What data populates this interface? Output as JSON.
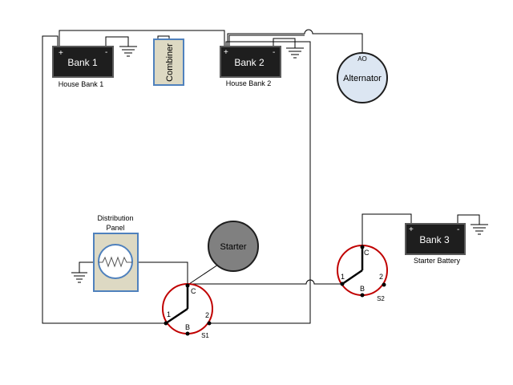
{
  "batteries": [
    {
      "name": "Bank 1",
      "plus": "+",
      "minus": "-",
      "caption": "House Bank 1"
    },
    {
      "name": "Bank 2",
      "plus": "+",
      "minus": "-",
      "caption": "House Bank 2"
    },
    {
      "name": "Bank 3",
      "plus": "+",
      "minus": "-",
      "caption": "Starter Battery"
    }
  ],
  "combiner": {
    "label": "Combiner"
  },
  "alternator": {
    "label": "Alternator",
    "terminal": "AO"
  },
  "starter": {
    "label": "Starter"
  },
  "distribution_panel": {
    "label_line1": "Distribution",
    "label_line2": "Panel"
  },
  "switches": [
    {
      "id": "S1",
      "t1": "1",
      "t2": "2",
      "common": "C",
      "both": "B"
    },
    {
      "id": "S2",
      "t1": "1",
      "t2": "2",
      "common": "C",
      "both": "B"
    }
  ],
  "colors": {
    "battery_body": "#1e1e1e",
    "combiner_fill": "#ddd9c3",
    "alternator_fill": "#dce6f2",
    "starter_fill": "#808080",
    "switch_ring": "#c00000",
    "wire": "#000000"
  }
}
